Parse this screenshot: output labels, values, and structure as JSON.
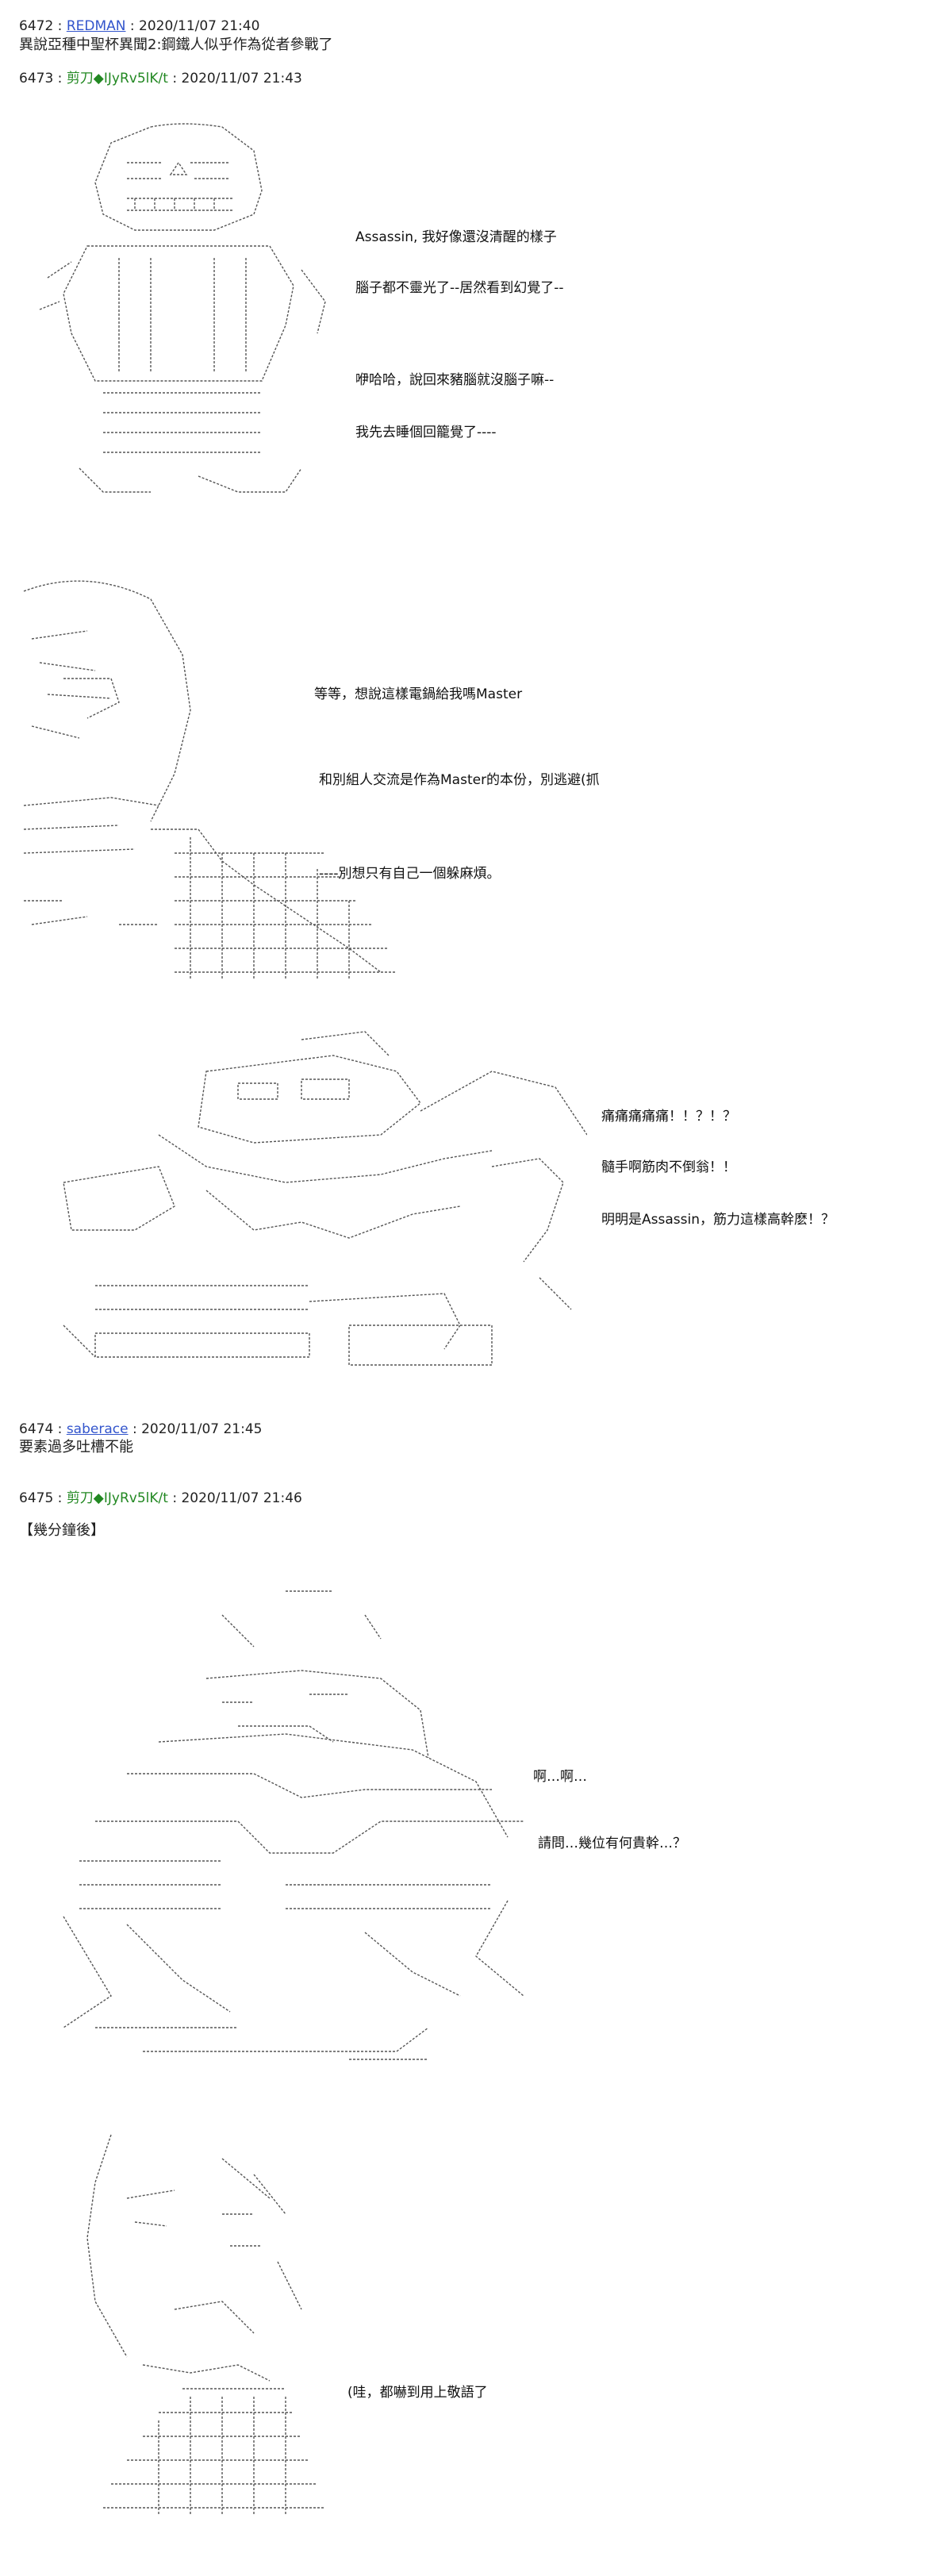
{
  "posts": [
    {
      "id": "6472",
      "sep": " : ",
      "name": "REDMAN",
      "time": " : 2020/11/07 21:40",
      "body": [
        "異說亞種中聖杯異聞2:鋼鐵人似乎作為從者參戰了"
      ]
    },
    {
      "id": "6473",
      "sep": " : ",
      "name": "剪刀◆IJyRv5lK/t",
      "time": " : 2020/11/07 21:43",
      "lines": [
        "Assassin, 我好像還沒清醒的樣子",
        "腦子都不靈光了--居然看到幻覺了--",
        "咿哈哈，說回來豬腦就沒腦子嘛--",
        "我先去睡個回籠覺了----",
        "等等，想說這樣電鍋給我嗎Master",
        "和別組人交流是作為Master的本份，別逃避(抓",
        "----別想只有自己一個躲麻煩。",
        "痛痛痛痛痛！！？！？",
        "髓手啊筋肉不倒翁！！",
        "明明是Assassin，筋力這樣高幹麽！？"
      ]
    },
    {
      "id": "6474",
      "sep": " : ",
      "name": "saberace",
      "time": " : 2020/11/07 21:45",
      "body": [
        "要素過多吐槽不能"
      ]
    },
    {
      "id": "6475",
      "sep": " : ",
      "name": "剪刀◆IJyRv5lK/t",
      "time": " : 2020/11/07 21:46",
      "body": [
        "【幾分鐘後】"
      ],
      "lines": [
        "啊…啊…",
        "請問…幾位有何貴幹…？",
        "(哇，都嚇到用上敬語了"
      ]
    }
  ]
}
